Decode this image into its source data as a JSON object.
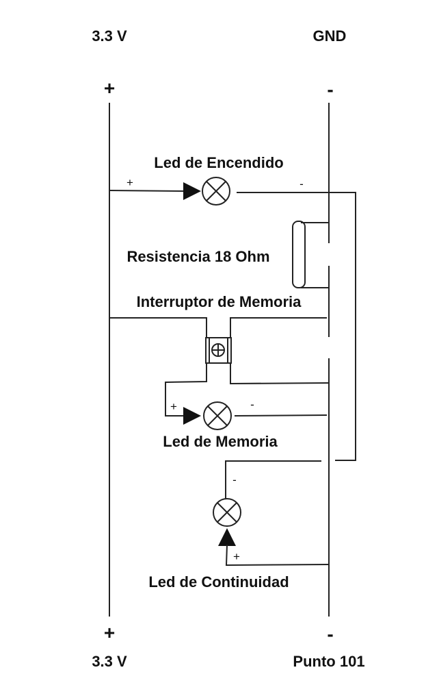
{
  "rails": {
    "top_left_label": "3.3 V",
    "top_right_label": "GND",
    "top_left_sign": "+",
    "top_right_sign": "-",
    "bottom_left_sign": "+",
    "bottom_right_sign": "-",
    "bottom_left_label": "3.3 V",
    "bottom_right_label": "Punto 101"
  },
  "components": {
    "led_encendido": {
      "label": "Led de Encendido",
      "plus": "+",
      "minus": "-"
    },
    "resistor": {
      "label": "Resistencia 18 Ohm"
    },
    "switch": {
      "label": "Interruptor de Memoria"
    },
    "led_memoria": {
      "label": "Led de Memoria",
      "plus": "+",
      "minus": "-"
    },
    "led_continuidad": {
      "label": "Led de Continuidad",
      "plus": "+",
      "minus": "-"
    }
  }
}
